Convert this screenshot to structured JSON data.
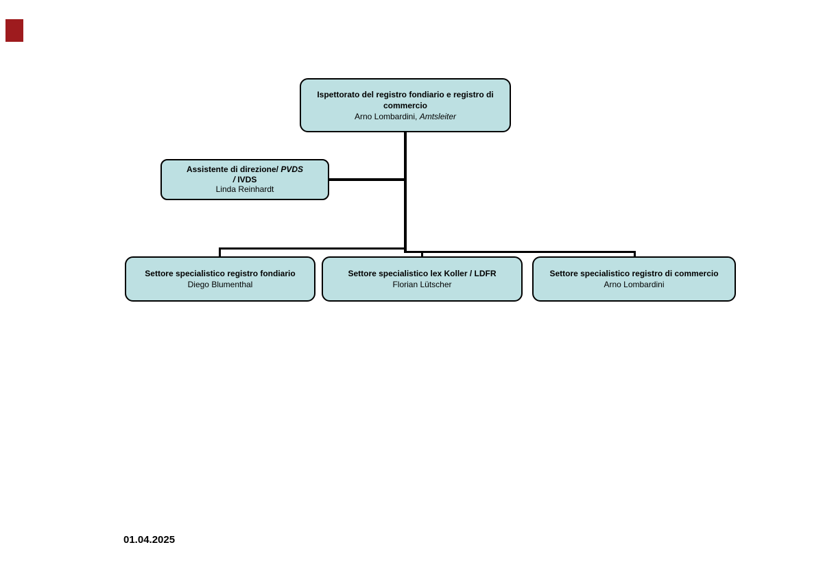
{
  "page": {
    "background_color": "#ffffff",
    "date": "01.04.2025"
  },
  "colors": {
    "node_fill": "#bde0e2",
    "node_border": "#000000",
    "connector": "#000000",
    "corner_mark": "#9e1b1e"
  },
  "icons": {
    "corner_mark": "red-corner-mark"
  },
  "org": {
    "root": {
      "title_line1": "Ispettorato del registro fondiario e registro di",
      "title_line2": "commercio",
      "person": "Arno Lombardini, ",
      "person_role_italic": "Amtsleiter"
    },
    "assistant": {
      "line1_bold": "Assistente di direzione/ ",
      "line1_italic": "PVDS",
      "line2_italic": "/",
      "line2_bold": " IVDS",
      "person": "Linda Reinhardt"
    },
    "departments": [
      {
        "title": "Settore specialistico registro fondiario",
        "person": "Diego Blumenthal"
      },
      {
        "title": "Settore specialistico lex Koller / LDFR",
        "person": "Florian Lütscher"
      },
      {
        "title": "Settore specialistico registro di commercio",
        "person": "Arno Lombardini"
      }
    ]
  }
}
